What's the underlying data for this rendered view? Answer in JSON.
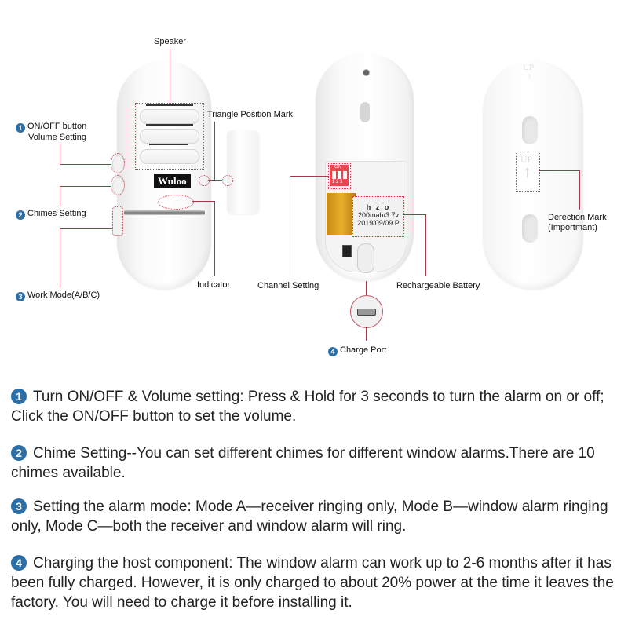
{
  "product": {
    "brand": "Wuloo"
  },
  "callouts": {
    "speaker": "Speaker",
    "on_off": {
      "num": "1",
      "line1": "ON/OFF button",
      "line2": "Volume Setting"
    },
    "triangle": "Triangle Position Mark",
    "chimes": {
      "num": "2",
      "label": "Chimes Setting"
    },
    "indicator": "Indicator",
    "work_mode": {
      "num": "3",
      "label": "Work Mode(A/B/C)"
    },
    "channel": "Channel Setting",
    "battery": "Rechargeable Battery",
    "charge_port": {
      "num": "4",
      "label": "Charge Port"
    },
    "direction": {
      "line1": "Derection Mark",
      "line2": "(Importmant)"
    }
  },
  "battery_label": {
    "line1": "h z o",
    "line2": "200mah/3.7v",
    "line3": "2019/09/09 P"
  },
  "dip_switch": {
    "on": "ON",
    "positions": "1 2 3"
  },
  "mount_plate": {
    "up_top": "UP",
    "up_mid": "UP"
  },
  "descriptions": [
    {
      "num": "1",
      "text": "Turn ON/OFF & Volume setting: Press & Hold for 3 seconds to turn the alarm on or off; Click the ON/OFF button to set the volume."
    },
    {
      "num": "2",
      "text": "Chime Setting--You can set different chimes for different window alarms.There are 10 chimes available."
    },
    {
      "num": "3",
      "text": "Setting the alarm mode: Mode A—receiver ringing only, Mode B—window alarm ringing only, Mode C—both the receiver and window alarm will ring."
    },
    {
      "num": "4",
      "text": "Charging the host component: The window alarm can work up to 2-6 months after it has been fully charged. However, it is only charged to about 20% power at the time it leaves the factory. You will need to charge it before installing it."
    }
  ],
  "colors": {
    "accent_blue": "#2a6fa8",
    "callout_red": "#a33a45",
    "dip_red": "#e5484f"
  }
}
